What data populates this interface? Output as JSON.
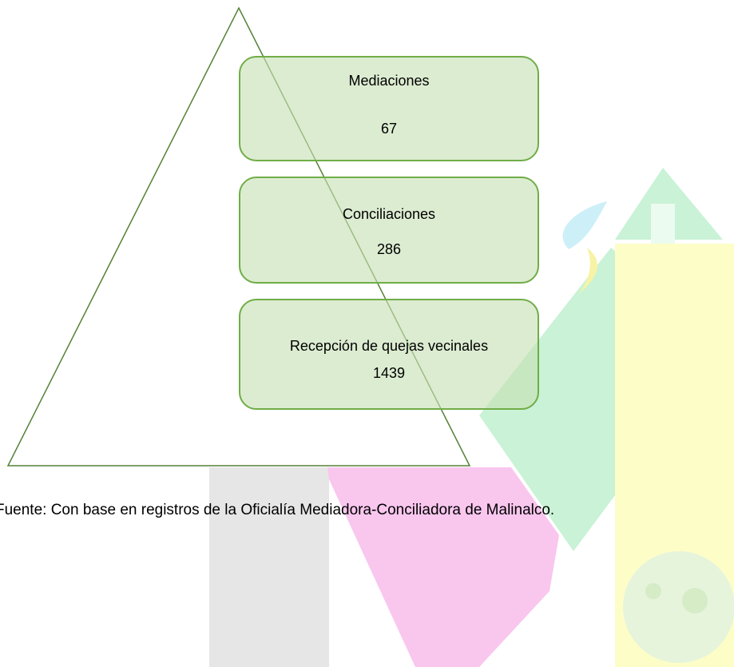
{
  "diagram": {
    "levels": [
      {
        "label": "Mediaciones",
        "value": "67"
      },
      {
        "label": "Conciliaciones",
        "value": "286"
      },
      {
        "label": "Recepción de quejas vecinales",
        "value": "1439"
      }
    ],
    "source_note": "Fuente: Con base en registros de la Oficialía Mediadora-Conciliadora de Malinalco."
  },
  "colors": {
    "box_fill": "#c6e0b4",
    "box_border": "#70ad47",
    "triangle_stroke": "#548235",
    "watermark_gray": "#e6e6e6",
    "watermark_pink": "#f9c6ee",
    "watermark_green": "#c9f2d6",
    "watermark_yellow": "#fdfdc8"
  }
}
